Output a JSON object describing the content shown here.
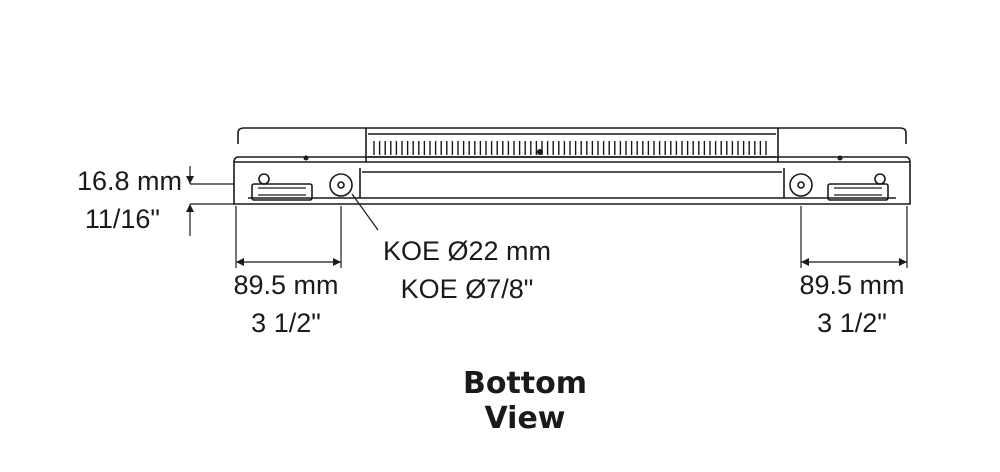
{
  "height_dimension": {
    "metric": "16.8 mm",
    "imperial": "11/16\""
  },
  "koe": {
    "metric": "KOE Ø22 mm",
    "imperial": "KOE Ø7/8\""
  },
  "left_dimension": {
    "metric": "89.5 mm",
    "imperial": "3 1/2\""
  },
  "right_dimension": {
    "metric": "89.5 mm",
    "imperial": "3 1/2\""
  },
  "view_title": "Bottom View"
}
